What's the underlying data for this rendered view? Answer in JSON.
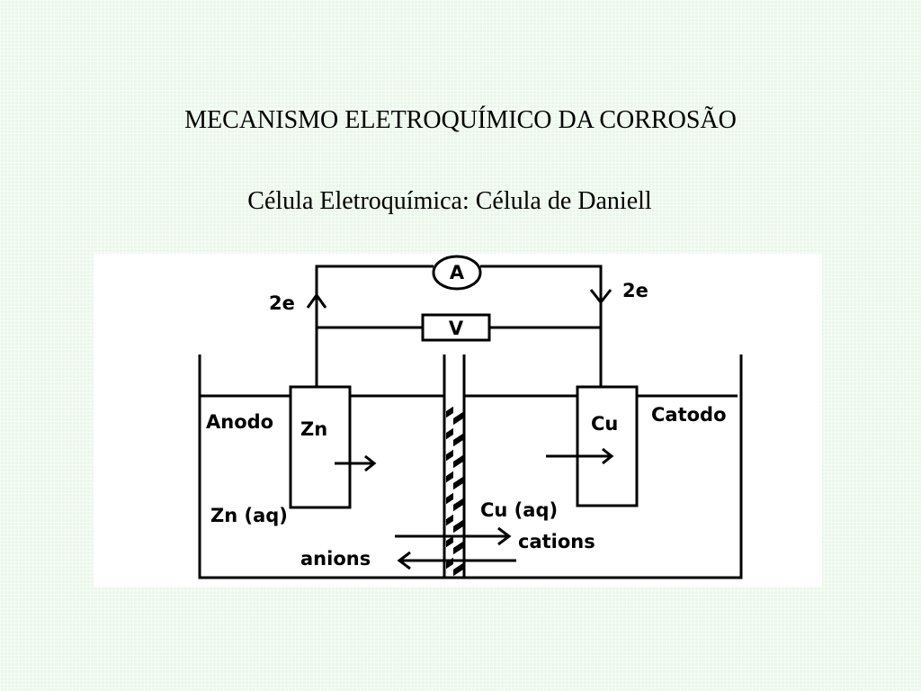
{
  "slide": {
    "title": "MECANISMO ELETROQUÍMICO DA CORROSÃO",
    "subtitle": "Célula Eletroquímica: Célula de Daniell"
  },
  "diagram": {
    "ammeter_symbol": "A",
    "voltmeter_symbol": "V",
    "electron_left": "2e",
    "electron_right": "2e",
    "anode_label": "Anodo",
    "cathode_label": "Catodo",
    "zn_electrode": "Zn",
    "cu_electrode": "Cu",
    "zn_solution": "Zn (aq)",
    "cu_solution": "Cu (aq)",
    "cations": "cations",
    "anions": "anions"
  }
}
